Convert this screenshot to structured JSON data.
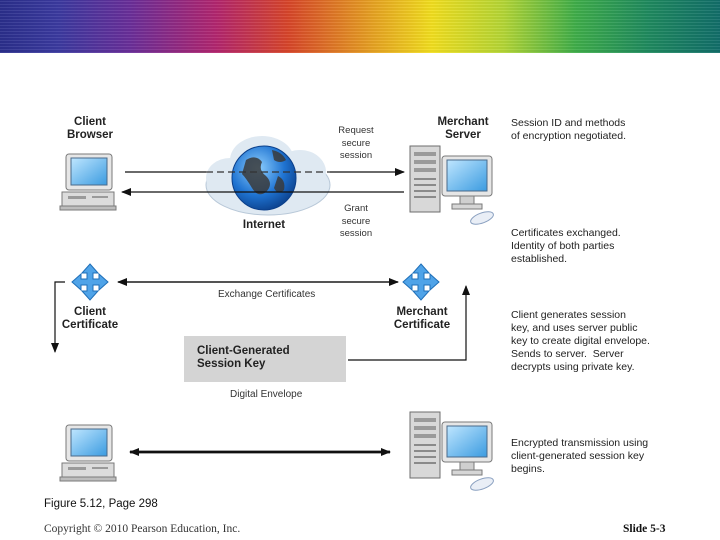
{
  "diagram": {
    "client_browser": "Client\nBrowser",
    "merchant_server": "Merchant\nServer",
    "internet": "Internet",
    "request": "Request\nsecure\nsession",
    "grant": "Grant\nsecure\nsession",
    "note_session": "Session ID and methods\nof encryption negotiated.",
    "note_certs": "Certificates exchanged.\nIdentity of both parties\nestablished.",
    "exchange_certs": "Exchange Certificates",
    "client_cert": "Client\nCertificate",
    "merchant_cert": "Merchant\nCertificate",
    "note_key": "Client generates session\nkey, and uses server public\nkey to create digital envelope.\nSends to server.  Server\ndecrypts using private key.",
    "session_key": "Client-Generated\nSession Key",
    "digital_envelope": "Digital Envelope",
    "note_encrypted": "Encrypted transmission using\nclient-generated session key\nbegins."
  },
  "footer": {
    "figure": "Figure 5.12, Page 298",
    "copyright": "Copyright © 2010 Pearson Education, Inc.",
    "slide": "Slide 5-3"
  }
}
